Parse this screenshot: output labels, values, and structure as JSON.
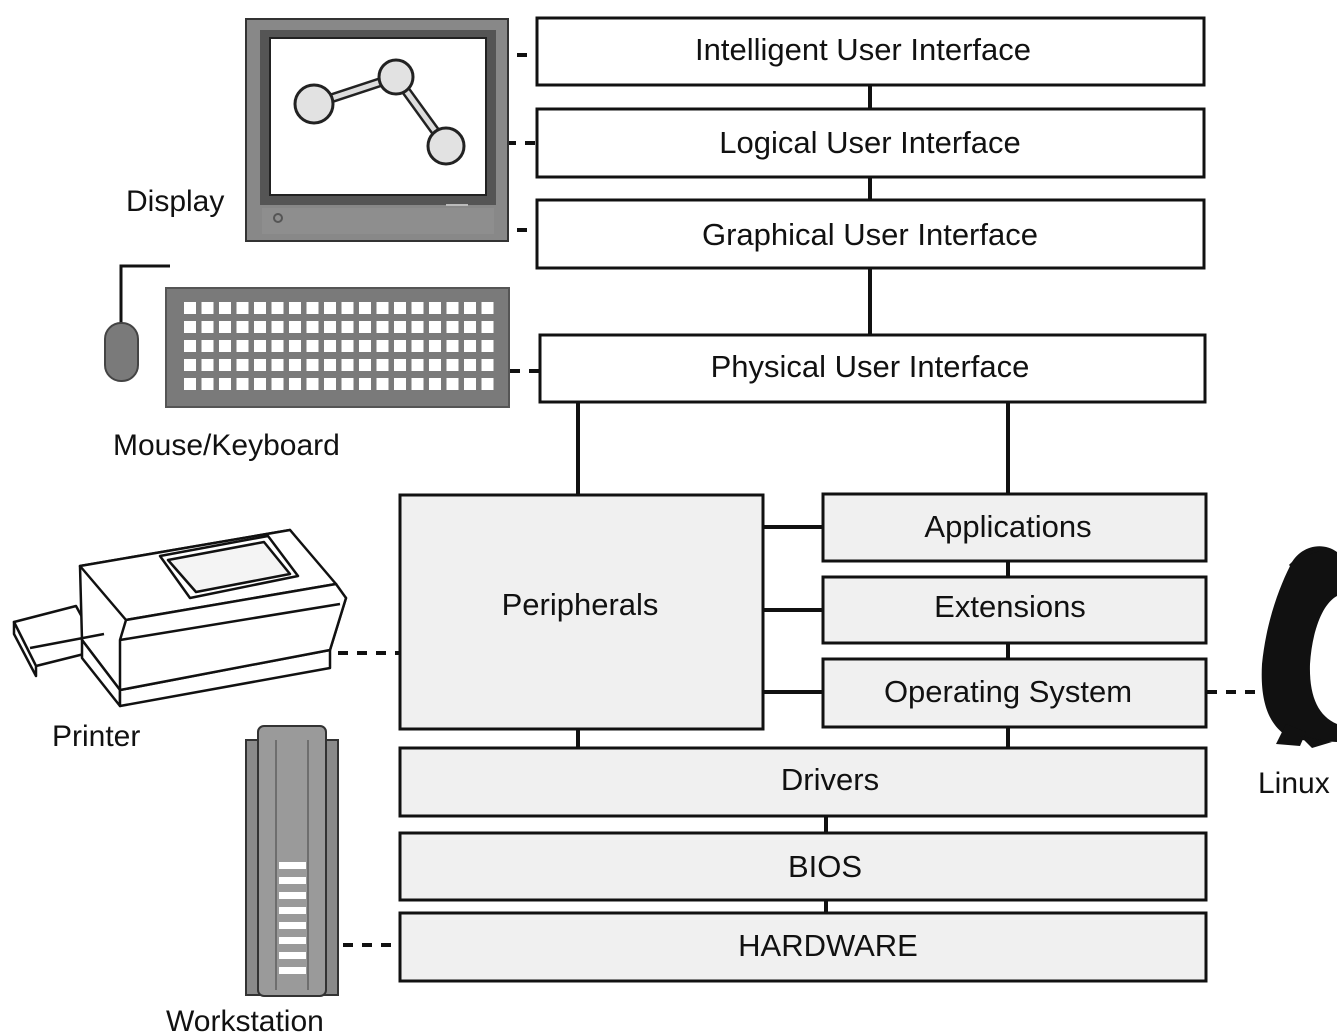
{
  "layers": {
    "intelligent": "Intelligent User Interface",
    "logical": "Logical User Interface",
    "graphical": "Graphical User Interface",
    "physical": "Physical User Interface",
    "peripherals": "Peripherals",
    "applications": "Applications",
    "extensions": "Extensions",
    "operating_system": "Operating System",
    "drivers": "Drivers",
    "bios": "BIOS",
    "hardware": "HARDWARE"
  },
  "devices": {
    "display": "Display",
    "mouse_keyboard": "Mouse/Keyboard",
    "printer": "Printer",
    "workstation": "Workstation",
    "linux": "Linux"
  },
  "colors": {
    "plain_box": "#ffffff",
    "shaded_box": "#f0f0f0",
    "line": "#111111",
    "device_gray": "#8a8a8a",
    "device_dark": "#555555"
  }
}
